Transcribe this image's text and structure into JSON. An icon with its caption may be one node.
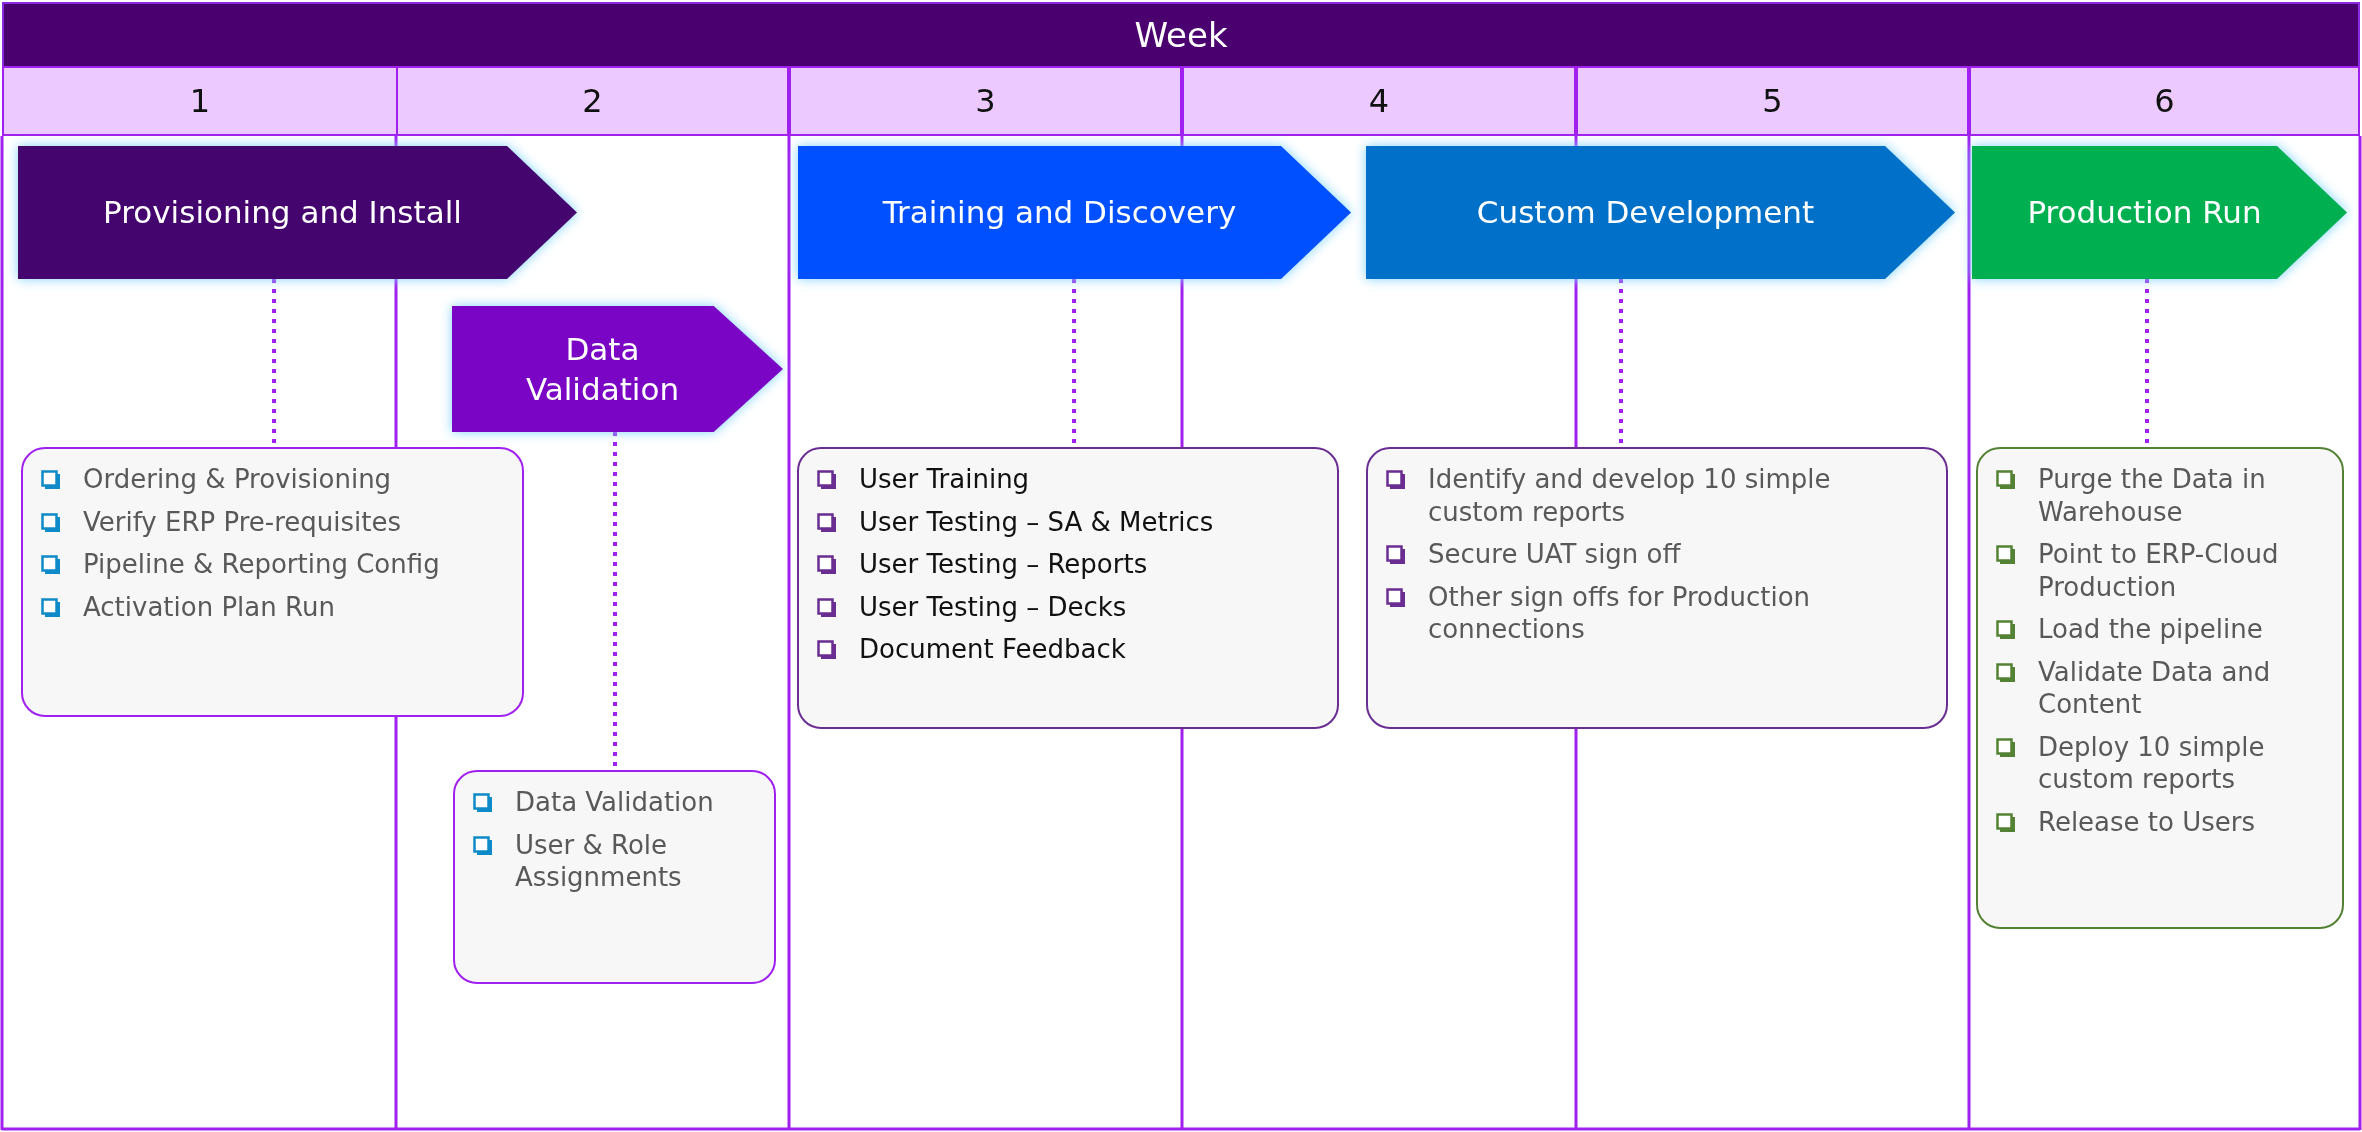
{
  "diagram": {
    "nodes": [
      {
        "text": [
          "Week"
        ]
      },
      {
        "text": [
          "1"
        ]
      },
      {
        "text": [
          "2"
        ]
      },
      {
        "text": [
          "3"
        ]
      },
      {
        "text": [
          "4"
        ]
      },
      {
        "text": [
          "5"
        ]
      },
      {
        "text": [
          "6"
        ]
      },
      {
        "text": [
          "Provisioning and Install"
        ]
      },
      {
        "text": [
          "Ordering & Provisioning",
          "Verify ERP Pre-requisites",
          "Pipeline & Reporting Config",
          "Activation Plan Run"
        ]
      },
      {
        "text": [
          "Data Validation"
        ]
      },
      {
        "text": [
          "Data Validation",
          "User & Role Assignments"
        ]
      },
      {
        "text": [
          "Training and Discovery"
        ]
      },
      {
        "text": [
          "User Training",
          "User Testing – SA & Metrics",
          "User Testing – Reports",
          "User Testing – Decks",
          "Document Feedback"
        ]
      },
      {
        "text": [
          "Custom Development"
        ]
      },
      {
        "text": [
          "Identify and develop 10 simple custom reports",
          "Secure UAT sign off",
          "Other sign offs for Production connections"
        ]
      },
      {
        "text": [
          "Production Run"
        ]
      },
      {
        "text": [
          "Purge the Data in Warehouse",
          "Point to ERP-Cloud Production",
          "Load the pipeline",
          "Validate Data  and Content",
          "Deploy 10 simple custom reports",
          "Release to Users"
        ]
      }
    ],
    "edges": [
      {
        "from": 7,
        "to": 8,
        "arrow": "none",
        "style": "dashed"
      },
      {
        "from": 9,
        "to": 10,
        "arrow": "none",
        "style": "dashed"
      },
      {
        "from": 11,
        "to": 12,
        "arrow": "none",
        "style": "dashed"
      },
      {
        "from": 13,
        "to": 14,
        "arrow": "none",
        "style": "dashed"
      },
      {
        "from": 15,
        "to": 16,
        "arrow": "none",
        "style": "dashed"
      }
    ]
  }
}
